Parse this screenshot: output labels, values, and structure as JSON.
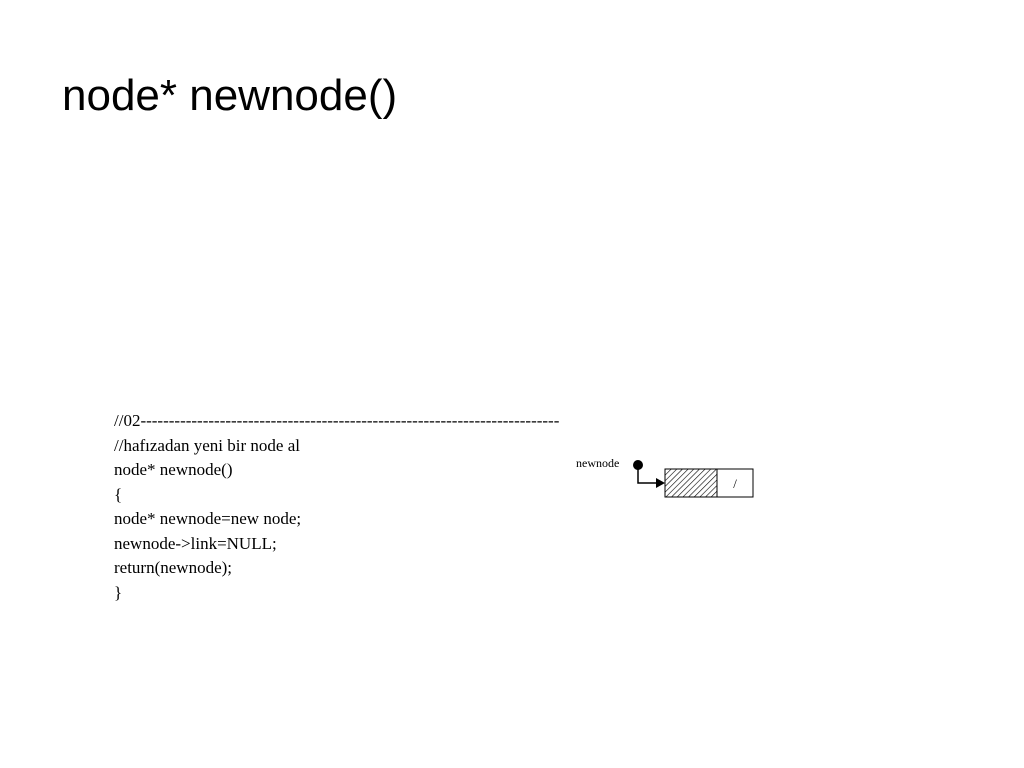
{
  "slide": {
    "title": "node* newnode()"
  },
  "code": {
    "lines": [
      "//02--------------------------------------------------------------------------",
      "//hafızadan yeni bir node al",
      "node* newnode()",
      "{",
      "node* newnode=new node;",
      "newnode->link=NULL;",
      "return(newnode);",
      "}"
    ]
  },
  "diagram": {
    "pointer_label": "newnode",
    "link_value": "/"
  }
}
